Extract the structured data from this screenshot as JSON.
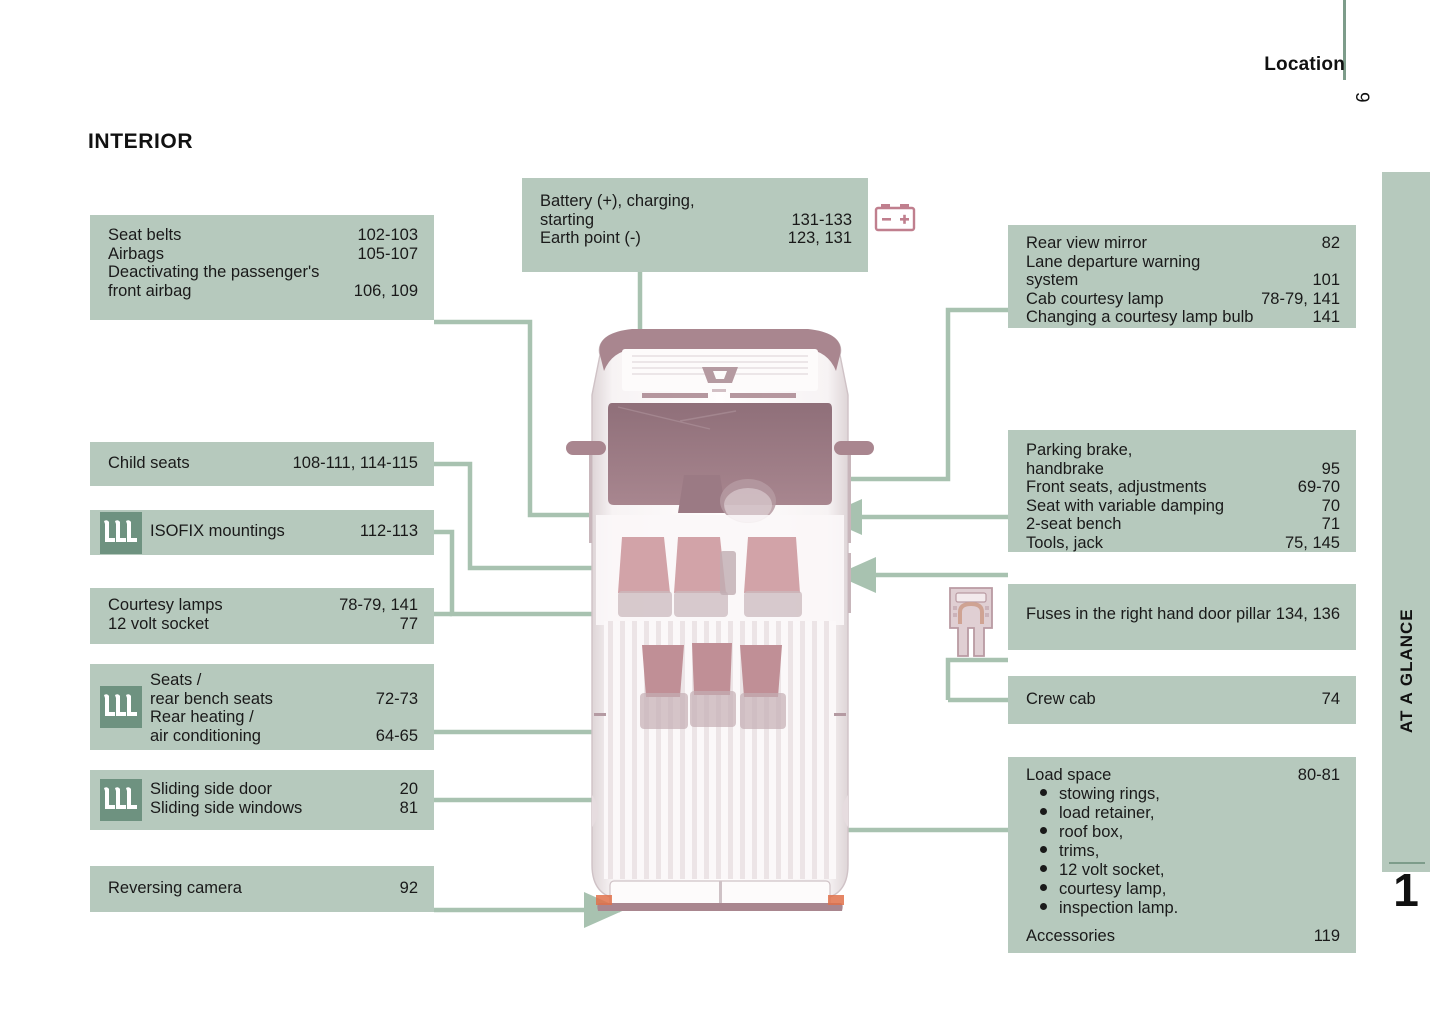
{
  "header": {
    "title": "Location",
    "page_number": "9"
  },
  "section": {
    "title": "INTERIOR"
  },
  "index_tab": {
    "label": "AT A GLANCE",
    "number": "1"
  },
  "colors": {
    "box_bg": "#b6c9bd",
    "connector": "#a8c2b0",
    "icon_green": "#6e9280",
    "rule": "#7d9c8a",
    "vehicle_body": "#f4eff0",
    "vehicle_trim": "#a9868f",
    "seat_rose": "#d2a3a8"
  },
  "boxes": {
    "seat_belts": {
      "name": "seat-belts",
      "rows": [
        {
          "label": "Seat belts",
          "page": "102-103"
        },
        {
          "label": "Airbags",
          "page": "105-107"
        },
        {
          "label": "Deactivating the passenger's",
          "page": ""
        },
        {
          "label": "front airbag",
          "page": "106, 109"
        }
      ]
    },
    "battery": {
      "name": "battery",
      "icon": "battery-icon",
      "rows": [
        {
          "label": "Battery (+), charging,",
          "page": ""
        },
        {
          "label": "starting",
          "page": "131-133"
        },
        {
          "label": "Earth point (-)",
          "page": "123, 131"
        }
      ]
    },
    "mirror": {
      "name": "rear-view-mirror",
      "rows": [
        {
          "label": "Rear view mirror",
          "page": "82"
        },
        {
          "label": "Lane departure warning",
          "page": ""
        },
        {
          "label": "system",
          "page": "101"
        },
        {
          "label": "Cab courtesy lamp",
          "page": "78-79, 141"
        },
        {
          "label": "Changing a courtesy lamp bulb",
          "page": "141"
        }
      ]
    },
    "child_seats": {
      "name": "child-seats",
      "rows": [
        {
          "label": "Child seats",
          "page": "108-111, 114-115"
        }
      ]
    },
    "isofix": {
      "name": "isofix-mountings",
      "icon": "isofix-icon",
      "rows": [
        {
          "label": "ISOFIX mountings",
          "page": "112-113"
        }
      ]
    },
    "courtesy_lamps": {
      "name": "courtesy-lamps",
      "rows": [
        {
          "label": "Courtesy lamps",
          "page": "78-79, 141"
        },
        {
          "label": "12 volt socket",
          "page": "77"
        }
      ]
    },
    "seats_rear": {
      "name": "seats-rear-bench",
      "icon": "isofix-icon",
      "rows": [
        {
          "label": "Seats /",
          "page": ""
        },
        {
          "label": "rear bench seats",
          "page": "72-73"
        },
        {
          "label": "Rear heating /",
          "page": ""
        },
        {
          "label": "air conditioning",
          "page": "64-65"
        }
      ]
    },
    "sliding_door": {
      "name": "sliding-side-door",
      "icon": "isofix-icon",
      "rows": [
        {
          "label": "Sliding side door",
          "page": "20"
        },
        {
          "label": "Sliding side windows",
          "page": "81"
        }
      ]
    },
    "reversing_camera": {
      "name": "reversing-camera",
      "rows": [
        {
          "label": "Reversing camera",
          "page": "92"
        }
      ]
    },
    "parking_brake": {
      "name": "parking-brake",
      "rows": [
        {
          "label": "Parking brake,",
          "page": ""
        },
        {
          "label": "handbrake",
          "page": "95"
        },
        {
          "label": "Front seats, adjustments",
          "page": "69-70"
        },
        {
          "label": "Seat with variable damping",
          "page": "70"
        },
        {
          "label": "2-seat bench",
          "page": "71"
        },
        {
          "label": "Tools, jack",
          "page": "75, 145"
        }
      ]
    },
    "fuses": {
      "name": "fuses-right-hand-door-pillar",
      "icon": "fuse-icon",
      "rows": [
        {
          "label": "Fuses in the right hand door pillar",
          "page": "134, 136"
        }
      ]
    },
    "crew_cab": {
      "name": "crew-cab",
      "rows": [
        {
          "label": "Crew cab",
          "page": "74"
        }
      ]
    },
    "load_space": {
      "name": "load-space",
      "rows": [
        {
          "label": "Load space",
          "page": "80-81"
        }
      ],
      "bullets": [
        "stowing rings,",
        "load retainer,",
        "roof box,",
        "trims,",
        "12 volt socket,",
        "courtesy lamp,",
        "inspection lamp."
      ],
      "footer": [
        {
          "label": "Accessories",
          "page": "119"
        }
      ]
    }
  }
}
